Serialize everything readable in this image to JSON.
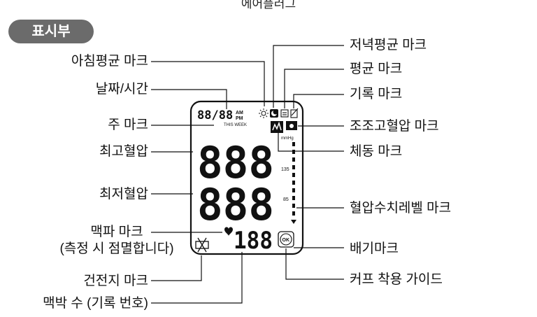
{
  "header": {
    "top_text": "에어플러그",
    "section_title": "표시부"
  },
  "left_labels": {
    "morning_avg": "아침평균 마크",
    "date_time": "날짜/시간",
    "week": "주 마크",
    "systolic": "최고혈압",
    "diastolic": "최저혈압",
    "pulse_mark_line1": "맥파 마크",
    "pulse_mark_line2": "(측정 시 점멸합니다)",
    "battery": "건전지 마크",
    "pulse_count": "맥박 수 (기록 번호)"
  },
  "right_labels": {
    "evening_avg": "저녁평균 마크",
    "average": "평균 마크",
    "memory": "기록 마크",
    "morning_hypertension": "조조고혈압 마크",
    "body_movement": "체동 마크",
    "bp_level": "혈압수치레벨 마크",
    "exhaust": "배기마크",
    "cuff_guide": "커프 착용 가이드"
  },
  "display": {
    "date_digits": "88/88",
    "ampm_am": "AM",
    "ampm_pm": "PM",
    "this_week": "THIS WEEK",
    "systolic_digits": "888",
    "diastolic_digits": "888",
    "pulse_digits": "188",
    "unit": "mmHg",
    "tick_135": "135",
    "tick_85": "85",
    "ok_text": "OK"
  }
}
